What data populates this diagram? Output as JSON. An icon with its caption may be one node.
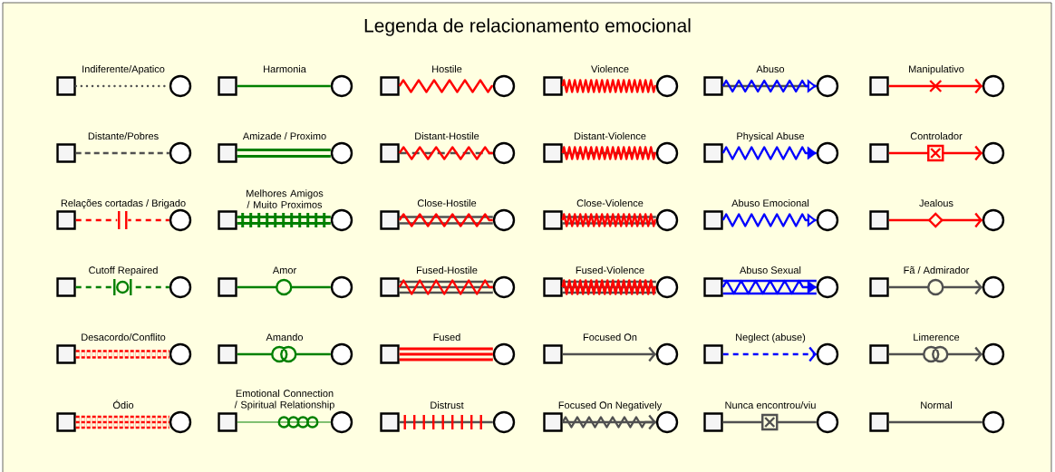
{
  "diagram": {
    "title": "Legenda de relacionamento emocional",
    "nodes": [
      {
        "text": [],
        "shape": "box"
      },
      {
        "text": [],
        "shape": "circle"
      },
      {
        "text": [],
        "shape": "box"
      },
      {
        "text": [],
        "shape": "circle"
      },
      {
        "text": [],
        "shape": "box"
      },
      {
        "text": [],
        "shape": "circle"
      },
      {
        "text": [],
        "shape": "box"
      },
      {
        "text": [],
        "shape": "circle"
      },
      {
        "text": [],
        "shape": "box"
      },
      {
        "text": [],
        "shape": "circle"
      },
      {
        "text": [],
        "shape": "box"
      },
      {
        "text": [],
        "shape": "circle"
      },
      {
        "text": [],
        "shape": "box"
      },
      {
        "text": [],
        "shape": "circle"
      },
      {
        "text": [],
        "shape": "box"
      },
      {
        "text": [],
        "shape": "circle"
      },
      {
        "text": [],
        "shape": "box"
      },
      {
        "text": [],
        "shape": "circle"
      },
      {
        "text": [],
        "shape": "box"
      },
      {
        "text": [],
        "shape": "circle"
      },
      {
        "text": [],
        "shape": "box"
      },
      {
        "text": [],
        "shape": "circle"
      },
      {
        "text": [],
        "shape": "box"
      },
      {
        "text": [],
        "shape": "circle"
      },
      {
        "text": [],
        "shape": "box"
      },
      {
        "text": [],
        "shape": "circle"
      },
      {
        "text": [],
        "shape": "box"
      },
      {
        "text": [],
        "shape": "circle"
      },
      {
        "text": [],
        "shape": "box"
      },
      {
        "text": [],
        "shape": "circle"
      },
      {
        "text": [],
        "shape": "box"
      },
      {
        "text": [],
        "shape": "circle"
      },
      {
        "text": [],
        "shape": "box"
      },
      {
        "text": [],
        "shape": "circle"
      },
      {
        "text": [],
        "shape": "box"
      },
      {
        "text": [],
        "shape": "circle"
      },
      {
        "text": [],
        "shape": "box"
      },
      {
        "text": [],
        "shape": "circle"
      },
      {
        "text": [],
        "shape": "box"
      },
      {
        "text": [],
        "shape": "circle"
      },
      {
        "text": [],
        "shape": "box"
      },
      {
        "text": [],
        "shape": "circle"
      },
      {
        "text": [],
        "shape": "box"
      },
      {
        "text": [],
        "shape": "circle"
      },
      {
        "text": [],
        "shape": "box"
      },
      {
        "text": [],
        "shape": "circle"
      },
      {
        "text": [],
        "shape": "box"
      },
      {
        "text": [],
        "shape": "circle"
      },
      {
        "text": [],
        "shape": "box"
      },
      {
        "text": [],
        "shape": "circle"
      },
      {
        "text": [],
        "shape": "box"
      },
      {
        "text": [],
        "shape": "circle"
      },
      {
        "text": [],
        "shape": "box"
      },
      {
        "text": [],
        "shape": "circle"
      },
      {
        "text": [],
        "shape": "box"
      },
      {
        "text": [],
        "shape": "circle"
      },
      {
        "text": [],
        "shape": "box"
      },
      {
        "text": [],
        "shape": "circle"
      },
      {
        "text": [],
        "shape": "box"
      },
      {
        "text": [],
        "shape": "circle"
      },
      {
        "text": [],
        "shape": "box"
      },
      {
        "text": [],
        "shape": "circle"
      },
      {
        "text": [],
        "shape": "box"
      },
      {
        "text": [],
        "shape": "circle"
      },
      {
        "text": [],
        "shape": "box"
      },
      {
        "text": [],
        "shape": "circle"
      },
      {
        "text": [],
        "shape": "box"
      },
      {
        "text": [],
        "shape": "circle"
      },
      {
        "text": [],
        "shape": "box"
      },
      {
        "text": [],
        "shape": "circle"
      },
      {
        "text": [],
        "shape": "box"
      },
      {
        "text": [],
        "shape": "circle"
      }
    ],
    "edges": [
      {
        "from": 0,
        "to": 1,
        "arrow": "none",
        "label": "Indiferente/Apatico",
        "style": "dashed",
        "color": "#505050"
      },
      {
        "from": 2,
        "to": 3,
        "arrow": "none",
        "label": "Harmonia",
        "color": "#008000"
      },
      {
        "from": 4,
        "to": 5,
        "arrow": "none",
        "label": "Hostile",
        "color": "#ff0000"
      },
      {
        "from": 6,
        "to": 7,
        "arrow": "none",
        "label": "Violence",
        "color": "#ff0000"
      },
      {
        "from": 8,
        "to": 9,
        "arrow": "to",
        "label": "Abuso",
        "color": "#0000ff"
      },
      {
        "from": 10,
        "to": 11,
        "arrow": "to",
        "label": "Manipulativo",
        "color": "#ff0000"
      },
      {
        "from": 12,
        "to": 13,
        "arrow": "none",
        "label": "Distante/Pobres",
        "style": "dashed",
        "color": "#505050"
      },
      {
        "from": 14,
        "to": 15,
        "arrow": "none",
        "label": "Amizade / Proximo",
        "style": "thick",
        "color": "#008000"
      },
      {
        "from": 16,
        "to": 17,
        "arrow": "none",
        "label": "Distant-Hostile",
        "color": "#ff0000"
      },
      {
        "from": 18,
        "to": 19,
        "arrow": "none",
        "label": "Distant-Violence",
        "color": "#ff0000"
      },
      {
        "from": 20,
        "to": 21,
        "arrow": "to",
        "label": "Physical Abuse",
        "color": "#0000ff"
      },
      {
        "from": 22,
        "to": 23,
        "arrow": "to",
        "label": "Controlador",
        "color": "#ff0000"
      },
      {
        "from": 24,
        "to": 25,
        "arrow": "none",
        "label": "Relações cortadas / Brigado",
        "style": "dashed",
        "color": "#ff0000"
      },
      {
        "from": 26,
        "to": 27,
        "arrow": "none",
        "label": "Melhores Amigos / Muito Proximos",
        "style": "thick",
        "color": "#008000"
      },
      {
        "from": 28,
        "to": 29,
        "arrow": "none",
        "label": "Close-Hostile",
        "color": "#ff0000"
      },
      {
        "from": 30,
        "to": 31,
        "arrow": "none",
        "label": "Close-Violence",
        "color": "#ff0000"
      },
      {
        "from": 32,
        "to": 33,
        "arrow": "to",
        "label": "Abuso Emocional",
        "color": "#0000ff"
      },
      {
        "from": 34,
        "to": 35,
        "arrow": "to",
        "label": "Jealous",
        "color": "#ff0000"
      },
      {
        "from": 36,
        "to": 37,
        "arrow": "none",
        "label": "Cutoff Repaired",
        "style": "dashed",
        "color": "#008000"
      },
      {
        "from": 38,
        "to": 39,
        "arrow": "none",
        "label": "Amor",
        "color": "#008000"
      },
      {
        "from": 40,
        "to": 41,
        "arrow": "none",
        "label": "Fused-Hostile",
        "color": "#ff0000"
      },
      {
        "from": 42,
        "to": 43,
        "arrow": "none",
        "label": "Fused-Violence",
        "color": "#ff0000"
      },
      {
        "from": 44,
        "to": 45,
        "arrow": "to",
        "label": "Abuso Sexual",
        "color": "#0000ff"
      },
      {
        "from": 46,
        "to": 47,
        "arrow": "to",
        "label": "Fã / Admirador",
        "color": "#505050"
      },
      {
        "from": 48,
        "to": 49,
        "arrow": "none",
        "label": "Desacordo/Conflito",
        "style": "dashed",
        "color": "#ff0000"
      },
      {
        "from": 50,
        "to": 51,
        "arrow": "none",
        "label": "Amando",
        "color": "#008000"
      },
      {
        "from": 52,
        "to": 53,
        "arrow": "none",
        "label": "Fused",
        "style": "thick",
        "color": "#ff0000"
      },
      {
        "from": 54,
        "to": 55,
        "arrow": "to",
        "label": "Focused On",
        "color": "#505050"
      },
      {
        "from": 56,
        "to": 57,
        "arrow": "to",
        "label": "Neglect (abuse)",
        "style": "dashed",
        "color": "#0000ff"
      },
      {
        "from": 58,
        "to": 59,
        "arrow": "to",
        "label": "Limerence",
        "color": "#505050"
      },
      {
        "from": 60,
        "to": 61,
        "arrow": "none",
        "label": "Ódio",
        "style": "dashed",
        "color": "#ff0000"
      },
      {
        "from": 62,
        "to": 63,
        "arrow": "none",
        "label": "Emotional Connection / Spiritual Relationship",
        "color": "#008000"
      },
      {
        "from": 64,
        "to": 65,
        "arrow": "none",
        "label": "Distrust",
        "color": "#505050"
      },
      {
        "from": 66,
        "to": 67,
        "arrow": "to",
        "label": "Focused On Negatively",
        "color": "#505050"
      },
      {
        "from": 68,
        "to": 69,
        "arrow": "none",
        "label": "Nunca encontrou/viu",
        "color": "#505050"
      },
      {
        "from": 70,
        "to": 71,
        "arrow": "none",
        "label": "Normal",
        "color": "#505050"
      }
    ]
  }
}
